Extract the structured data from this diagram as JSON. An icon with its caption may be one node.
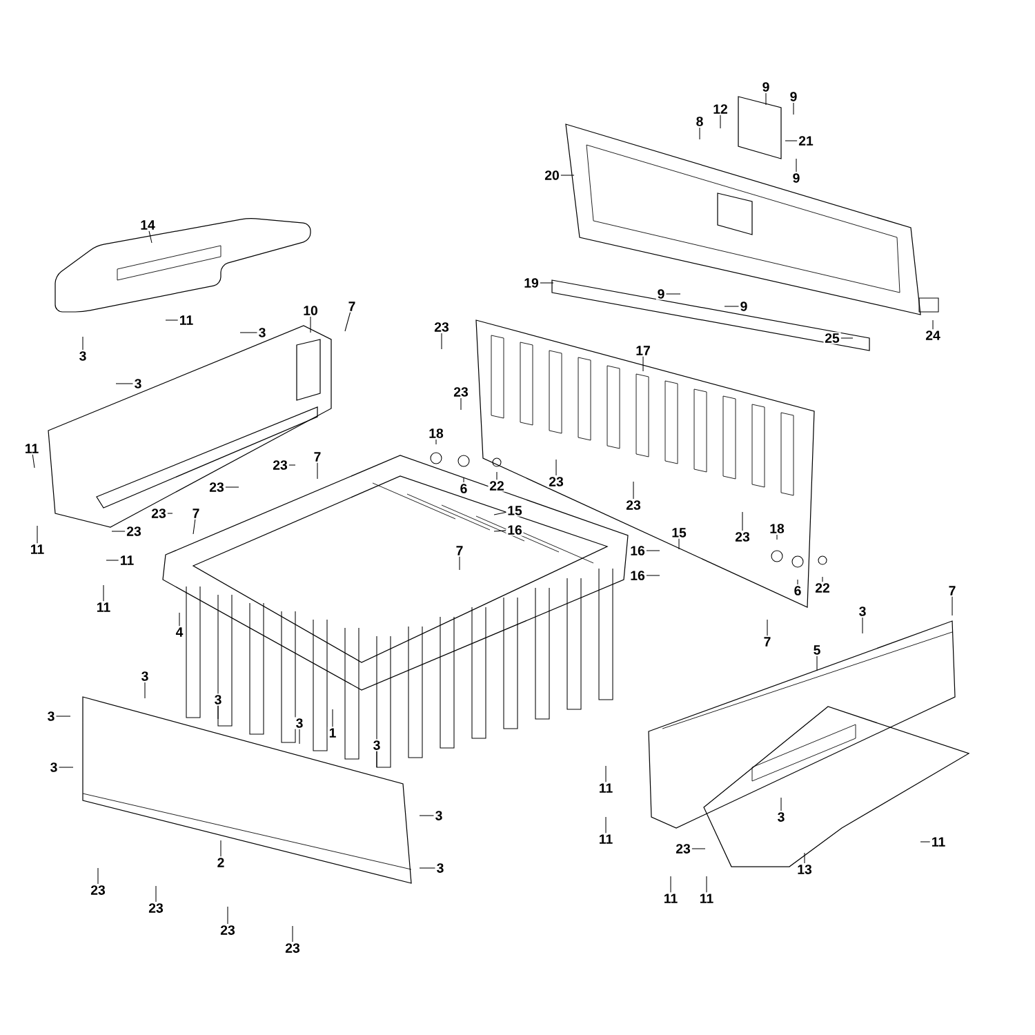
{
  "diagram": {
    "nodes": [
      {
        "text": [
          "14"
        ]
      },
      {
        "text": [
          "11"
        ]
      },
      {
        "text": [
          "3"
        ]
      },
      {
        "text": [
          "10"
        ]
      },
      {
        "text": [
          "7"
        ]
      },
      {
        "text": [
          "3"
        ]
      },
      {
        "text": [
          "3"
        ]
      },
      {
        "text": [
          "11"
        ]
      },
      {
        "text": [
          "23"
        ]
      },
      {
        "text": [
          "7"
        ]
      },
      {
        "text": [
          "23"
        ]
      },
      {
        "text": [
          "23"
        ]
      },
      {
        "text": [
          "7"
        ]
      },
      {
        "text": [
          "23"
        ]
      },
      {
        "text": [
          "11"
        ]
      },
      {
        "text": [
          "11"
        ]
      },
      {
        "text": [
          "11"
        ]
      },
      {
        "text": [
          "4"
        ]
      },
      {
        "text": [
          "23"
        ]
      },
      {
        "text": [
          "23"
        ]
      },
      {
        "text": [
          "18"
        ]
      },
      {
        "text": [
          "6"
        ]
      },
      {
        "text": [
          "22"
        ]
      },
      {
        "text": [
          "15"
        ]
      },
      {
        "text": [
          "16"
        ]
      },
      {
        "text": [
          "7"
        ]
      },
      {
        "text": [
          "8"
        ]
      },
      {
        "text": [
          "12"
        ]
      },
      {
        "text": [
          "9"
        ]
      },
      {
        "text": [
          "9"
        ]
      },
      {
        "text": [
          "21"
        ]
      },
      {
        "text": [
          "9"
        ]
      },
      {
        "text": [
          "20"
        ]
      },
      {
        "text": [
          "19"
        ]
      },
      {
        "text": [
          "9"
        ]
      },
      {
        "text": [
          "9"
        ]
      },
      {
        "text": [
          "25"
        ]
      },
      {
        "text": [
          "24"
        ]
      },
      {
        "text": [
          "17"
        ]
      },
      {
        "text": [
          "23"
        ]
      },
      {
        "text": [
          "23"
        ]
      },
      {
        "text": [
          "23"
        ]
      },
      {
        "text": [
          "15"
        ]
      },
      {
        "text": [
          "16"
        ]
      },
      {
        "text": [
          "16"
        ]
      },
      {
        "text": [
          "18"
        ]
      },
      {
        "text": [
          "6"
        ]
      },
      {
        "text": [
          "22"
        ]
      },
      {
        "text": [
          "7"
        ]
      },
      {
        "text": [
          "7"
        ]
      },
      {
        "text": [
          "3"
        ]
      },
      {
        "text": [
          "5"
        ]
      },
      {
        "text": [
          "3"
        ]
      },
      {
        "text": [
          "3"
        ]
      },
      {
        "text": [
          "3"
        ]
      },
      {
        "text": [
          "3"
        ]
      },
      {
        "text": [
          "3"
        ]
      },
      {
        "text": [
          "3"
        ]
      },
      {
        "text": [
          "1"
        ]
      },
      {
        "text": [
          "3"
        ]
      },
      {
        "text": [
          "3"
        ]
      },
      {
        "text": [
          "2"
        ]
      },
      {
        "text": [
          "23"
        ]
      },
      {
        "text": [
          "23"
        ]
      },
      {
        "text": [
          "23"
        ]
      },
      {
        "text": [
          "23"
        ]
      },
      {
        "text": [
          "11"
        ]
      },
      {
        "text": [
          "11"
        ]
      },
      {
        "text": [
          "3"
        ]
      },
      {
        "text": [
          "23"
        ]
      },
      {
        "text": [
          "11"
        ]
      },
      {
        "text": [
          "11"
        ]
      },
      {
        "text": [
          "13"
        ]
      },
      {
        "text": [
          "11"
        ]
      }
    ],
    "edges": [
      {
        "from": 0,
        "to": null,
        "arrow": "none"
      },
      {
        "from": 1,
        "to": null,
        "arrow": "none"
      },
      {
        "from": 2,
        "to": null,
        "arrow": "none"
      },
      {
        "from": 3,
        "to": null,
        "arrow": "none"
      },
      {
        "from": 4,
        "to": null,
        "arrow": "none"
      },
      {
        "from": 5,
        "to": null,
        "arrow": "none"
      },
      {
        "from": 6,
        "to": null,
        "arrow": "none"
      },
      {
        "from": 7,
        "to": null,
        "arrow": "none"
      },
      {
        "from": 8,
        "to": null,
        "arrow": "none"
      },
      {
        "from": 9,
        "to": null,
        "arrow": "none"
      },
      {
        "from": 10,
        "to": null,
        "arrow": "none"
      },
      {
        "from": 11,
        "to": null,
        "arrow": "none"
      },
      {
        "from": 12,
        "to": null,
        "arrow": "none"
      },
      {
        "from": 13,
        "to": null,
        "arrow": "none"
      },
      {
        "from": 14,
        "to": null,
        "arrow": "none"
      },
      {
        "from": 15,
        "to": null,
        "arrow": "none"
      },
      {
        "from": 16,
        "to": null,
        "arrow": "none"
      },
      {
        "from": 17,
        "to": null,
        "arrow": "none"
      },
      {
        "from": 18,
        "to": null,
        "arrow": "none"
      },
      {
        "from": 19,
        "to": null,
        "arrow": "none"
      },
      {
        "from": 20,
        "to": null,
        "arrow": "none"
      },
      {
        "from": 21,
        "to": null,
        "arrow": "none"
      },
      {
        "from": 22,
        "to": null,
        "arrow": "none"
      },
      {
        "from": 23,
        "to": null,
        "arrow": "none"
      },
      {
        "from": 24,
        "to": null,
        "arrow": "none"
      },
      {
        "from": 25,
        "to": null,
        "arrow": "none"
      },
      {
        "from": 26,
        "to": null,
        "arrow": "none"
      },
      {
        "from": 27,
        "to": null,
        "arrow": "none"
      },
      {
        "from": 28,
        "to": null,
        "arrow": "none"
      },
      {
        "from": 29,
        "to": null,
        "arrow": "none"
      },
      {
        "from": 30,
        "to": null,
        "arrow": "none"
      },
      {
        "from": 31,
        "to": null,
        "arrow": "none"
      },
      {
        "from": 32,
        "to": null,
        "arrow": "none"
      },
      {
        "from": 33,
        "to": null,
        "arrow": "none"
      },
      {
        "from": 34,
        "to": null,
        "arrow": "none"
      },
      {
        "from": 35,
        "to": null,
        "arrow": "none"
      },
      {
        "from": 36,
        "to": null,
        "arrow": "none"
      },
      {
        "from": 37,
        "to": null,
        "arrow": "none"
      },
      {
        "from": 38,
        "to": null,
        "arrow": "none"
      },
      {
        "from": 39,
        "to": null,
        "arrow": "none"
      },
      {
        "from": 40,
        "to": null,
        "arrow": "none"
      },
      {
        "from": 41,
        "to": null,
        "arrow": "none"
      },
      {
        "from": 42,
        "to": null,
        "arrow": "none"
      },
      {
        "from": 43,
        "to": null,
        "arrow": "none"
      },
      {
        "from": 44,
        "to": null,
        "arrow": "none"
      },
      {
        "from": 45,
        "to": null,
        "arrow": "none"
      },
      {
        "from": 46,
        "to": null,
        "arrow": "none"
      },
      {
        "from": 47,
        "to": null,
        "arrow": "none"
      },
      {
        "from": 48,
        "to": null,
        "arrow": "none"
      },
      {
        "from": 49,
        "to": null,
        "arrow": "none"
      },
      {
        "from": 50,
        "to": null,
        "arrow": "none"
      },
      {
        "from": 51,
        "to": null,
        "arrow": "none"
      },
      {
        "from": 52,
        "to": null,
        "arrow": "none"
      },
      {
        "from": 53,
        "to": null,
        "arrow": "none"
      },
      {
        "from": 54,
        "to": null,
        "arrow": "none"
      },
      {
        "from": 55,
        "to": null,
        "arrow": "none"
      },
      {
        "from": 56,
        "to": null,
        "arrow": "none"
      },
      {
        "from": 57,
        "to": null,
        "arrow": "none"
      },
      {
        "from": 58,
        "to": null,
        "arrow": "none"
      },
      {
        "from": 59,
        "to": null,
        "arrow": "none"
      },
      {
        "from": 60,
        "to": null,
        "arrow": "none"
      },
      {
        "from": 61,
        "to": null,
        "arrow": "none"
      },
      {
        "from": 62,
        "to": null,
        "arrow": "none"
      },
      {
        "from": 63,
        "to": null,
        "arrow": "none"
      },
      {
        "from": 64,
        "to": null,
        "arrow": "none"
      },
      {
        "from": 65,
        "to": null,
        "arrow": "none"
      },
      {
        "from": 66,
        "to": null,
        "arrow": "none"
      },
      {
        "from": 67,
        "to": null,
        "arrow": "none"
      },
      {
        "from": 68,
        "to": null,
        "arrow": "none"
      },
      {
        "from": 69,
        "to": null,
        "arrow": "none"
      },
      {
        "from": 70,
        "to": null,
        "arrow": "none"
      },
      {
        "from": 71,
        "to": null,
        "arrow": "none"
      },
      {
        "from": 72,
        "to": null,
        "arrow": "none"
      },
      {
        "from": 73,
        "to": null,
        "arrow": "none"
      }
    ]
  }
}
